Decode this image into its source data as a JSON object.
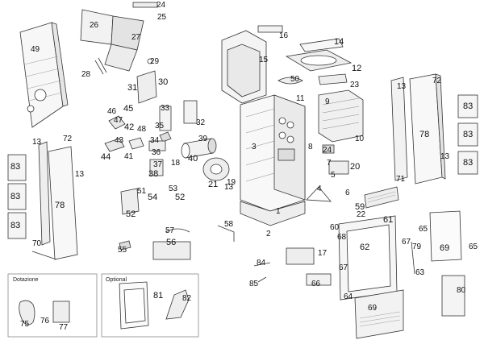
{
  "diagram": {
    "boxes": {
      "dotazione": "Dotazione",
      "optional": "Optional"
    },
    "callouts": [
      {
        "id": "1",
        "label": "1"
      },
      {
        "id": "2",
        "label": "2"
      },
      {
        "id": "3",
        "label": "3"
      },
      {
        "id": "4",
        "label": "4"
      },
      {
        "id": "5",
        "label": "5"
      },
      {
        "id": "6",
        "label": "6"
      },
      {
        "id": "7",
        "label": "7"
      },
      {
        "id": "8",
        "label": "8"
      },
      {
        "id": "9",
        "label": "9"
      },
      {
        "id": "10",
        "label": "10"
      },
      {
        "id": "11",
        "label": "11"
      },
      {
        "id": "12",
        "label": "12"
      },
      {
        "id": "13a",
        "label": "13"
      },
      {
        "id": "13b",
        "label": "13"
      },
      {
        "id": "13c",
        "label": "13"
      },
      {
        "id": "13d",
        "label": "13"
      },
      {
        "id": "13e",
        "label": "13"
      },
      {
        "id": "14",
        "label": "14"
      },
      {
        "id": "15",
        "label": "15"
      },
      {
        "id": "16",
        "label": "16"
      },
      {
        "id": "17",
        "label": "17"
      },
      {
        "id": "18",
        "label": "18"
      },
      {
        "id": "19",
        "label": "19"
      },
      {
        "id": "20",
        "label": "20"
      },
      {
        "id": "21",
        "label": "21"
      },
      {
        "id": "22",
        "label": "22"
      },
      {
        "id": "23",
        "label": "23"
      },
      {
        "id": "24a",
        "label": "24"
      },
      {
        "id": "24b",
        "label": "24"
      },
      {
        "id": "25",
        "label": "25"
      },
      {
        "id": "26",
        "label": "26"
      },
      {
        "id": "27",
        "label": "27"
      },
      {
        "id": "28",
        "label": "28"
      },
      {
        "id": "29",
        "label": "29"
      },
      {
        "id": "30",
        "label": "30"
      },
      {
        "id": "31",
        "label": "31"
      },
      {
        "id": "32",
        "label": "32"
      },
      {
        "id": "33",
        "label": "33"
      },
      {
        "id": "34",
        "label": "34"
      },
      {
        "id": "35",
        "label": "35"
      },
      {
        "id": "36",
        "label": "36"
      },
      {
        "id": "37",
        "label": "37"
      },
      {
        "id": "38",
        "label": "38"
      },
      {
        "id": "39",
        "label": "39"
      },
      {
        "id": "40",
        "label": "40"
      },
      {
        "id": "41",
        "label": "41"
      },
      {
        "id": "42",
        "label": "42"
      },
      {
        "id": "43",
        "label": "43"
      },
      {
        "id": "44",
        "label": "44"
      },
      {
        "id": "45",
        "label": "45"
      },
      {
        "id": "46",
        "label": "46"
      },
      {
        "id": "47",
        "label": "47"
      },
      {
        "id": "48",
        "label": "48"
      },
      {
        "id": "49",
        "label": "49"
      },
      {
        "id": "50",
        "label": "50"
      },
      {
        "id": "51",
        "label": "51"
      },
      {
        "id": "52a",
        "label": "52"
      },
      {
        "id": "52b",
        "label": "52"
      },
      {
        "id": "53",
        "label": "53"
      },
      {
        "id": "54",
        "label": "54"
      },
      {
        "id": "55",
        "label": "55"
      },
      {
        "id": "56",
        "label": "56"
      },
      {
        "id": "57",
        "label": "57"
      },
      {
        "id": "58",
        "label": "58"
      },
      {
        "id": "59",
        "label": "59"
      },
      {
        "id": "60",
        "label": "60"
      },
      {
        "id": "61",
        "label": "61"
      },
      {
        "id": "62",
        "label": "62"
      },
      {
        "id": "63",
        "label": "63"
      },
      {
        "id": "64",
        "label": "64"
      },
      {
        "id": "65a",
        "label": "65"
      },
      {
        "id": "65b",
        "label": "65"
      },
      {
        "id": "66",
        "label": "66"
      },
      {
        "id": "67a",
        "label": "67"
      },
      {
        "id": "67b",
        "label": "67"
      },
      {
        "id": "68",
        "label": "68"
      },
      {
        "id": "69a",
        "label": "69"
      },
      {
        "id": "69b",
        "label": "69"
      },
      {
        "id": "70",
        "label": "70"
      },
      {
        "id": "71",
        "label": "71"
      },
      {
        "id": "72a",
        "label": "72"
      },
      {
        "id": "72b",
        "label": "72"
      },
      {
        "id": "75",
        "label": "75"
      },
      {
        "id": "76",
        "label": "76"
      },
      {
        "id": "77",
        "label": "77"
      },
      {
        "id": "78a",
        "label": "78"
      },
      {
        "id": "78b",
        "label": "78"
      },
      {
        "id": "79",
        "label": "79"
      },
      {
        "id": "80",
        "label": "80"
      },
      {
        "id": "81",
        "label": "81"
      },
      {
        "id": "82",
        "label": "82"
      },
      {
        "id": "83a",
        "label": "83"
      },
      {
        "id": "83b",
        "label": "83"
      },
      {
        "id": "83c",
        "label": "83"
      },
      {
        "id": "83d",
        "label": "83"
      },
      {
        "id": "83e",
        "label": "83"
      },
      {
        "id": "83f",
        "label": "83"
      },
      {
        "id": "84",
        "label": "84"
      },
      {
        "id": "85",
        "label": "85"
      }
    ]
  }
}
